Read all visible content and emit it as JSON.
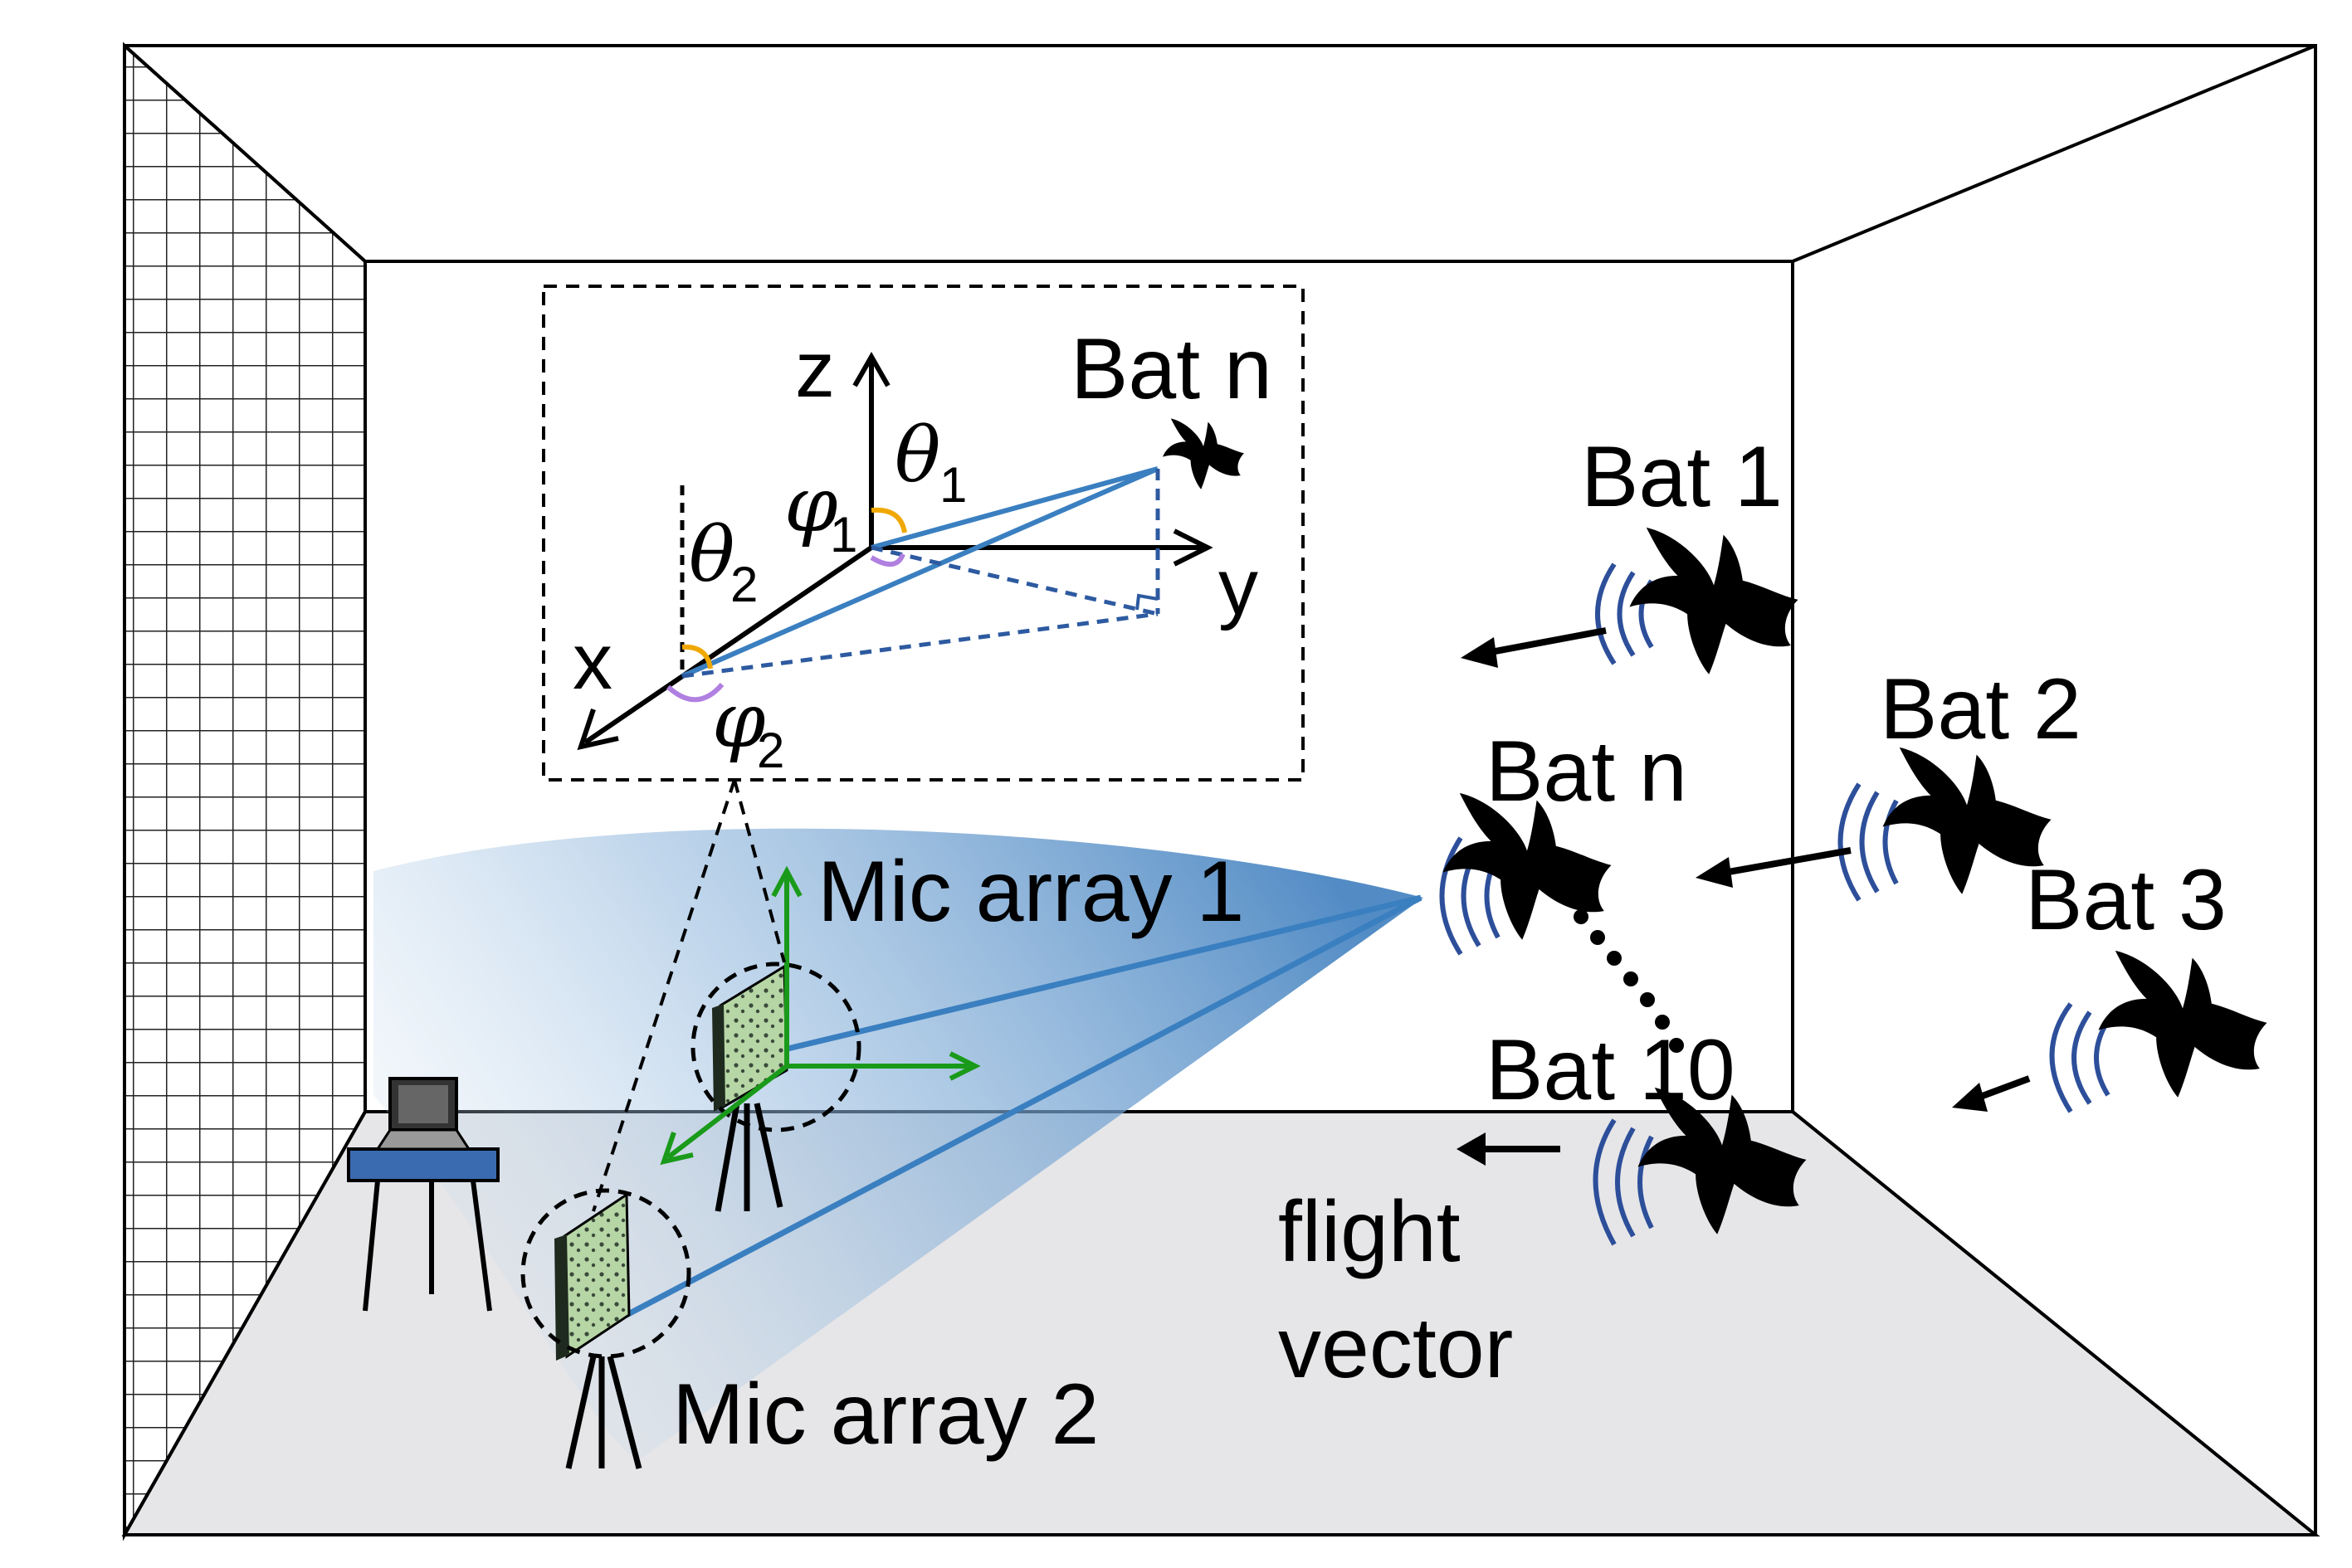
{
  "labels": {
    "bat_n_inset": "Bat n",
    "bat_n": "Bat n",
    "bat_1": "Bat 1",
    "bat_2": "Bat 2",
    "bat_3": "Bat 3",
    "bat_10": "Bat 10",
    "mic_array_1": "Mic array 1",
    "mic_array_2": "Mic array 2",
    "flight_line1": "flight",
    "flight_line2": "vector"
  },
  "axes": {
    "x": "x",
    "y": "y",
    "z": "z"
  },
  "angles": {
    "theta": "θ",
    "phi": "φ",
    "sub1": "1",
    "sub2": "2"
  },
  "colors": {
    "beam": "#3a7fc0",
    "mic_axes": "#1a9a1a",
    "sound_waves": "#2d4f9a",
    "theta_arc": "#f0a800",
    "phi_arc": "#b080e0",
    "table": "#3a6bb0",
    "mic_panel": "#b7d6a6"
  }
}
